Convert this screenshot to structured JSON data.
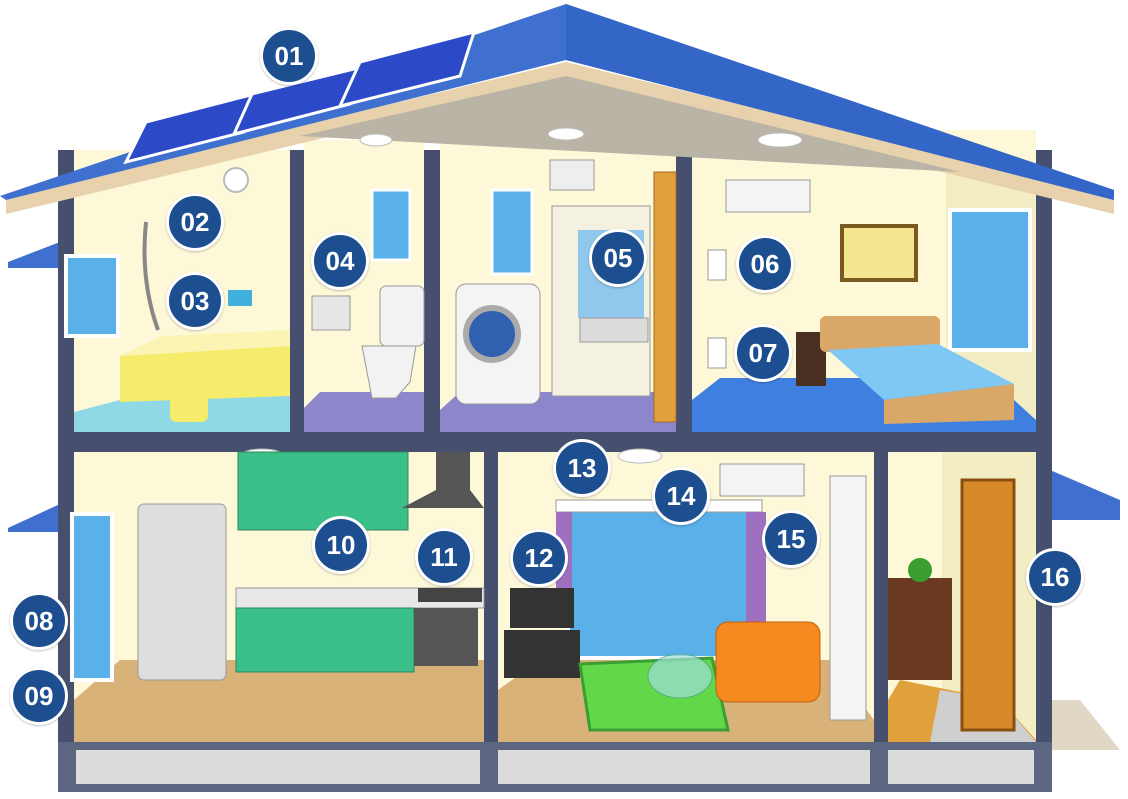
{
  "badges": [
    {
      "id": "b01",
      "label": "01"
    },
    {
      "id": "b02",
      "label": "02"
    },
    {
      "id": "b03",
      "label": "03"
    },
    {
      "id": "b04",
      "label": "04"
    },
    {
      "id": "b05",
      "label": "05"
    },
    {
      "id": "b06",
      "label": "06"
    },
    {
      "id": "b07",
      "label": "07"
    },
    {
      "id": "b08",
      "label": "08"
    },
    {
      "id": "b09",
      "label": "09"
    },
    {
      "id": "b10",
      "label": "10"
    },
    {
      "id": "b11",
      "label": "11"
    },
    {
      "id": "b12",
      "label": "12"
    },
    {
      "id": "b13",
      "label": "13"
    },
    {
      "id": "b14",
      "label": "14"
    },
    {
      "id": "b15",
      "label": "15"
    },
    {
      "id": "b16",
      "label": "16"
    }
  ],
  "colors": {
    "roof": "#3f6fcf",
    "roof_edge": "#2a55b0",
    "wall_frame": "#46506e",
    "interior_wall": "#fdf8d8",
    "floor_wood": "#d9b27a",
    "badge": "#1d4e8f",
    "solar_panel": "#2c4ac8"
  }
}
